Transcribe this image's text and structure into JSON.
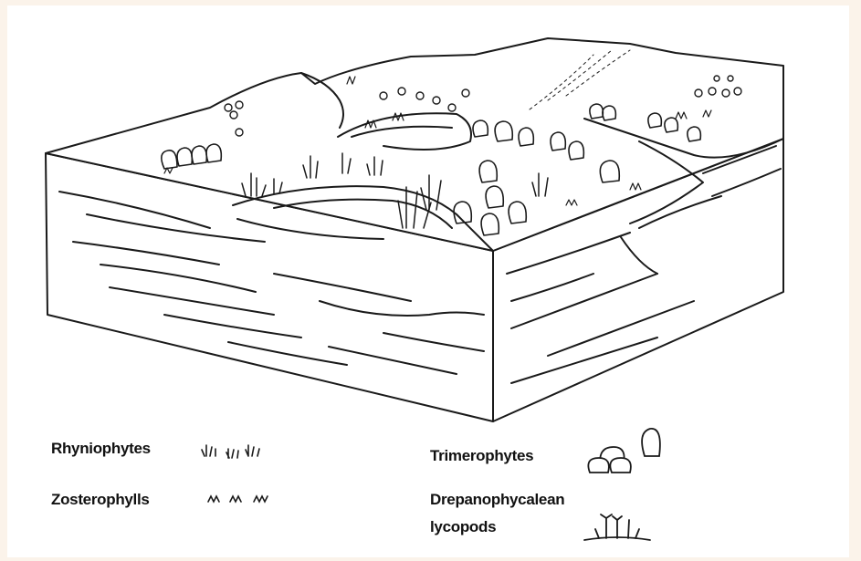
{
  "legend": {
    "items": [
      {
        "key": "rhyniophytes",
        "label": "Rhyniophytes",
        "glyph": "rhyniophyte-glyph"
      },
      {
        "key": "zosterophylls",
        "label": "Zosterophylls",
        "glyph": "zosterophyll-glyph"
      },
      {
        "key": "trimerophytes",
        "label": "Trimerophytes",
        "glyph": "trimerophyte-glyph"
      },
      {
        "key": "drepanophycalean",
        "label_line1": "Drepanophycalean",
        "label_line2": "lycopods",
        "glyph": "lycopod-glyph"
      }
    ]
  },
  "colors": {
    "ink": "#1a1a1a",
    "background": "#fbf3ea",
    "paper": "#ffffff"
  }
}
